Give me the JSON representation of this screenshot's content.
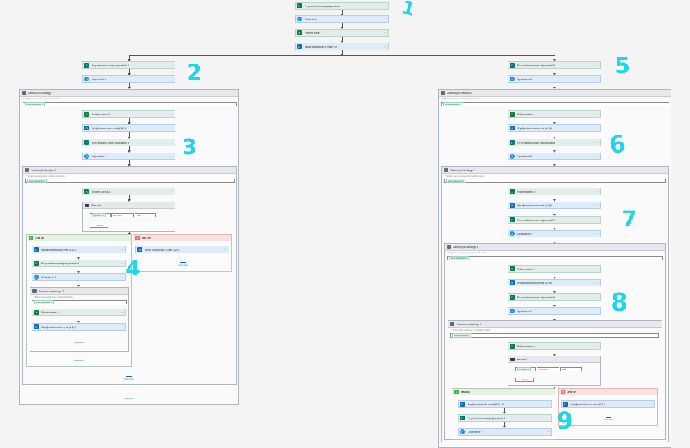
{
  "actions": {
    "form_trigger": "Po przesłaniu nowej odpowiedzi",
    "delay": "Opóźnienie",
    "get_row": "Pobierz wiersz",
    "send_email_v2": "Wyślij wiadomość e-mail (V2)",
    "form_trigger_2": "Po przesłaniu nowej odpowiedzi 2",
    "delay_2": "Opóźnienie 2",
    "form_trigger_3": "Po przesłaniu nowej odpowiedzi 3",
    "delay_3": "Opóźnienie 3",
    "get_row_2": "Pobierz wiersz 2",
    "send_email_v2_2": "Wyślij wiadomość e-mail (V2) 2",
    "form_trigger_4": "Po przesłaniu nowej odpowiedzi 4",
    "delay_4": "Opóźnienie 4",
    "get_row_3": "Pobierz wiersz 3",
    "send_email_v2_3": "Wyślij wiadomość e-mail (V2) 3",
    "form_trigger_5": "Po przesłaniu nowej odpowiedzi 5",
    "delay_5": "Opóźnienie 5",
    "get_row_4": "Pobierz wiersz 4",
    "send_email_v2_4": "Wyślij wiadomość e-mail (V2) 4",
    "form_trigger_6": "Po przesłaniu nowej odpowiedzi 6",
    "delay_6": "Opóźnienie 6",
    "send_email_v2_5": "Wyślij wiadomość e-mail (V2) 5",
    "send_email_v2_7": "Wyślij wiadomość e-mail (V2) 7",
    "get_row_5": "Pobierz wiersz 5",
    "get_row_7": "Pobierz wiersz 7",
    "send_email_v2_8": "Wyślij wiadomość e-mail (V2) 8",
    "form_trigger_7": "Po przesłaniu nowej odpowiedzi 7",
    "delay_7": "Opóźnienie 7",
    "get_row_6": "Pobierz wiersz 6",
    "send_email_v2_6": "Wyślij wiadomość e-mail (V2) 6",
    "send_email_v2_9": "Wyślij wiadomość e-mail (V2) 9",
    "send_email_v2_10": "Wyślij wiadomość e-mail (V2) 10",
    "form_trigger_8": "Po przesłaniu nowej odpowiedzi 8"
  },
  "scopes": {
    "apply_each": "Zastosuj do każdego",
    "apply_each_2": "Zastosuj do każdego 2",
    "apply_each_3": "Zastosuj do każdego 3",
    "apply_each_4": "Zastosuj do każdego 4",
    "apply_each_5": "Zastosuj do każdego 5",
    "apply_each_6": "Zastosuj do każdego 6",
    "apply_each_7": "Zastosuj do każdego 7",
    "select_output": "* Wybierz dane wyjściowe z poprzednich kroków",
    "list_token": "Lista odpowiedzi"
  },
  "condition": {
    "title": "Warunek",
    "title_2": "Warunek 2",
    "token": "Pytanie 1",
    "operator": "jest równe",
    "value": "TAK",
    "add": "+ Dodaj",
    "yes": "Jeśli tak",
    "no": "Jeśli nie"
  },
  "add_step": "Nowy krok",
  "annotations": [
    "1",
    "2",
    "3",
    "4",
    "5",
    "6",
    "7",
    "8",
    "9"
  ],
  "colors": {
    "annotation": "#1fd6e8",
    "forms": "#077568",
    "excel": "#107c41",
    "outlook": "#0f6cbd"
  }
}
